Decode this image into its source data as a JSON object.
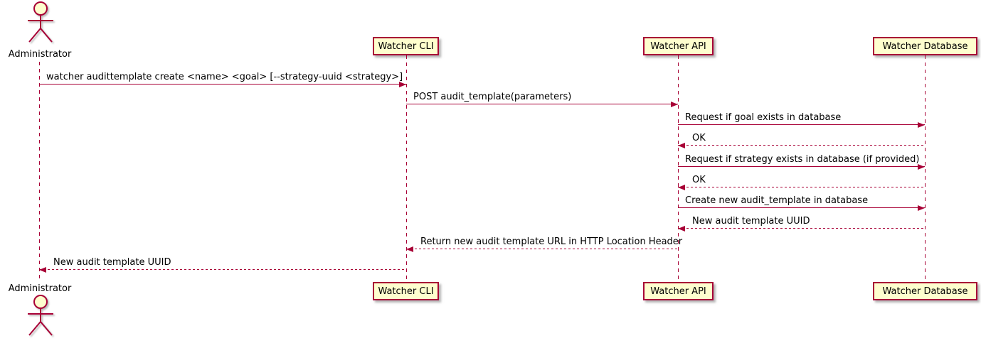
{
  "diagram": {
    "type": "sequence-diagram",
    "colors": {
      "accent": "#A80036",
      "fill": "#FEFECE",
      "text": "#000000"
    },
    "participants": [
      {
        "id": "administrator",
        "name": "Administrator",
        "kind": "actor"
      },
      {
        "id": "watcher-cli",
        "name": "Watcher CLI",
        "kind": "participant"
      },
      {
        "id": "watcher-api",
        "name": "Watcher API",
        "kind": "participant"
      },
      {
        "id": "watcher-db",
        "name": "Watcher Database",
        "kind": "participant"
      }
    ],
    "messages": [
      {
        "from": "administrator",
        "to": "watcher-cli",
        "style": "solid",
        "text": "watcher audittemplate create <name> <goal> [--strategy-uuid <strategy>]"
      },
      {
        "from": "watcher-cli",
        "to": "watcher-api",
        "style": "solid",
        "text": "POST audit_template(parameters)"
      },
      {
        "from": "watcher-api",
        "to": "watcher-db",
        "style": "solid",
        "text": "Request if goal exists in database"
      },
      {
        "from": "watcher-db",
        "to": "watcher-api",
        "style": "dashed",
        "text": "OK"
      },
      {
        "from": "watcher-api",
        "to": "watcher-db",
        "style": "solid",
        "text": "Request if strategy exists in database (if provided)"
      },
      {
        "from": "watcher-db",
        "to": "watcher-api",
        "style": "dashed",
        "text": "OK"
      },
      {
        "from": "watcher-api",
        "to": "watcher-db",
        "style": "solid",
        "text": "Create new audit_template in database"
      },
      {
        "from": "watcher-db",
        "to": "watcher-api",
        "style": "dashed",
        "text": "New audit template UUID"
      },
      {
        "from": "watcher-api",
        "to": "watcher-cli",
        "style": "dashed",
        "text": "Return new audit template URL in HTTP Location Header"
      },
      {
        "from": "watcher-cli",
        "to": "administrator",
        "style": "dashed",
        "text": "New audit template UUID"
      }
    ]
  }
}
